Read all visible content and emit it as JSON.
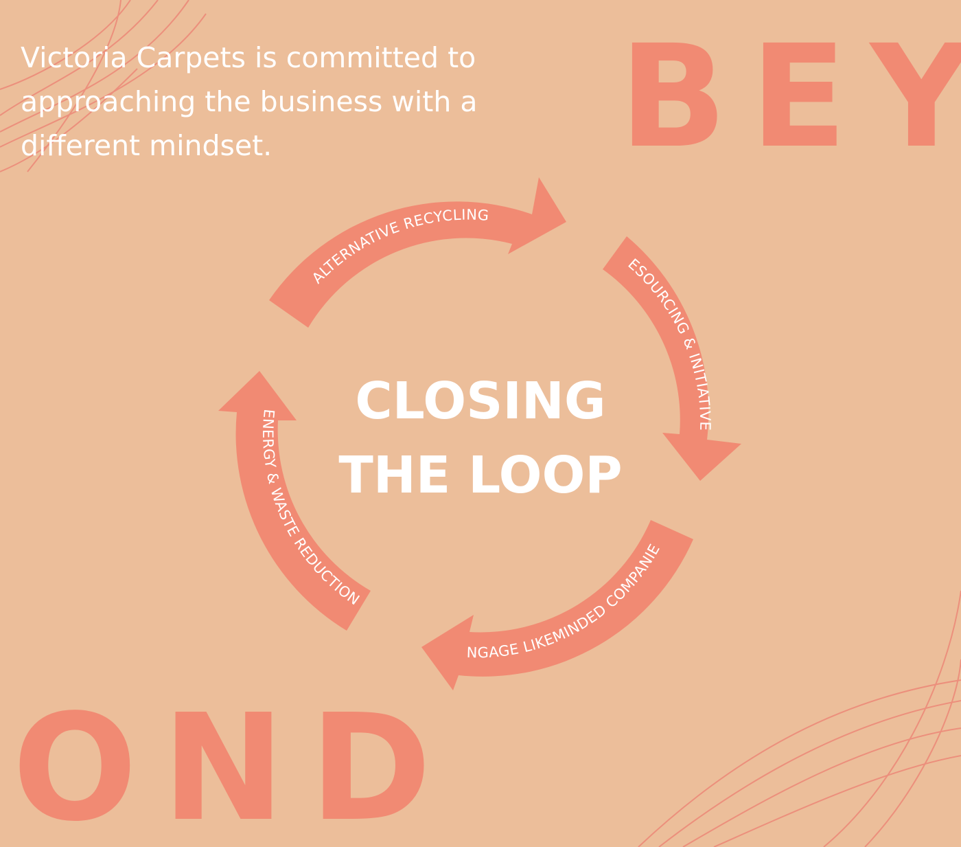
{
  "intro": {
    "text": "Victoria Carpets is committed to approaching the business with a different mindset."
  },
  "headline": {
    "top": "BEY",
    "bottom": "OND"
  },
  "diagram": {
    "center": {
      "line1": "CLOSING",
      "line2": "THE LOOP"
    },
    "steps": [
      {
        "label": "ALTERNATIVE RECYCLING"
      },
      {
        "label": "RESOURCING & INITIATIVES"
      },
      {
        "label": "ENGAGE LIKEMINDED COMPANIES"
      },
      {
        "label": "ENERGY & WASTE REDUCTION"
      }
    ]
  },
  "colors": {
    "background": "#ecbe9a",
    "accent": "#f18a73",
    "text": "#ffffff"
  }
}
